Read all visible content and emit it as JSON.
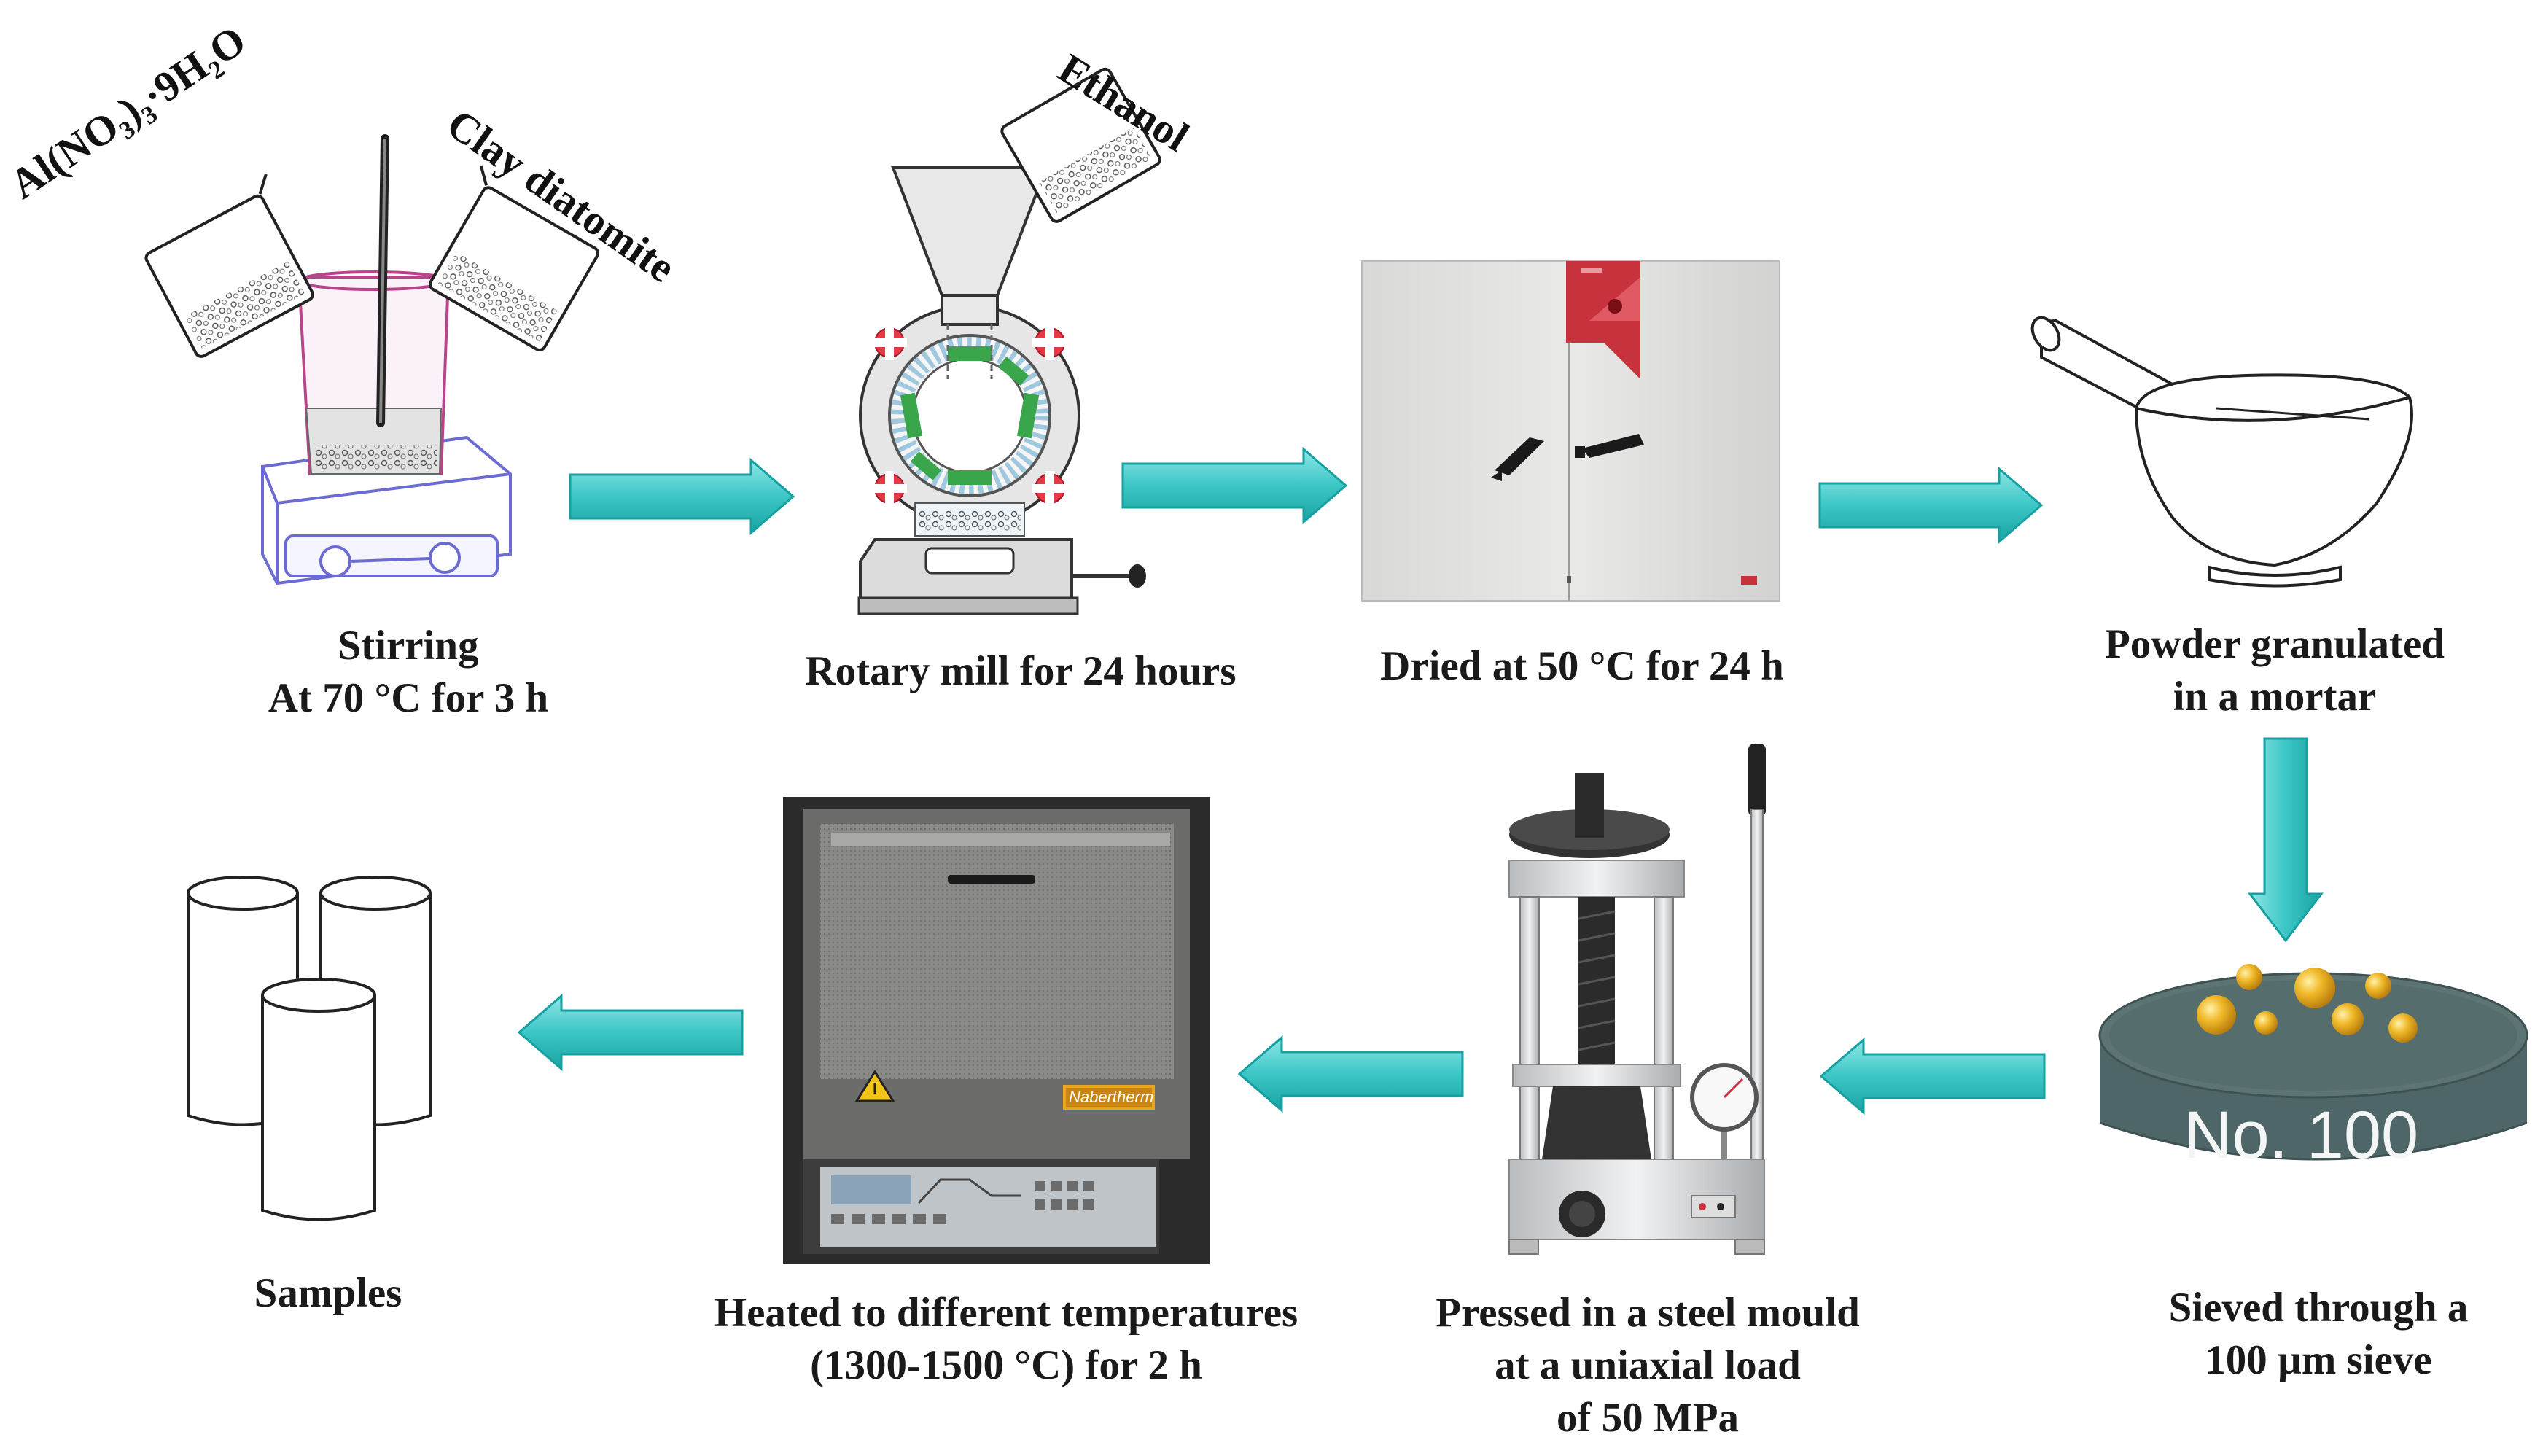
{
  "steps": [
    {
      "id": "stirring",
      "caption": [
        "Stirring",
        "At 70 °C for 3 h"
      ]
    },
    {
      "id": "rotary-mill",
      "caption": [
        "Rotary mill for 24 hours"
      ]
    },
    {
      "id": "drying",
      "caption": [
        "Dried at 50 °C for 24 h"
      ]
    },
    {
      "id": "granulation",
      "caption": [
        "Powder granulated",
        "in a mortar"
      ]
    },
    {
      "id": "sieving",
      "caption": [
        "Sieved through a",
        "100 µm sieve"
      ]
    },
    {
      "id": "pressing",
      "caption": [
        "Pressed in a steel mould",
        "at a uniaxial load",
        "of 50 MPa"
      ]
    },
    {
      "id": "heating",
      "caption": [
        "Heated to different temperatures",
        "(1300-1500 °C) for 2 h"
      ]
    },
    {
      "id": "samples",
      "caption": [
        "Samples"
      ]
    }
  ],
  "reagents": {
    "aluminium_nitrate": "Al(NO₃)₃·9H₂O",
    "clay": "Clay diatomite",
    "solvent": "Ethanol"
  },
  "sieve_label": "No. 100",
  "furnace_brand": "Nabertherm",
  "colors": {
    "arrow": "#3cc6c6",
    "arrow_dark": "#1aa3a3",
    "sieve": "#4e6667",
    "ball": "#e5a81e",
    "mill_cross": "#e63946",
    "mill_pad": "#3aa64b",
    "beaker_outline": "#b8458a",
    "hotplate": "#6b6bd1"
  }
}
